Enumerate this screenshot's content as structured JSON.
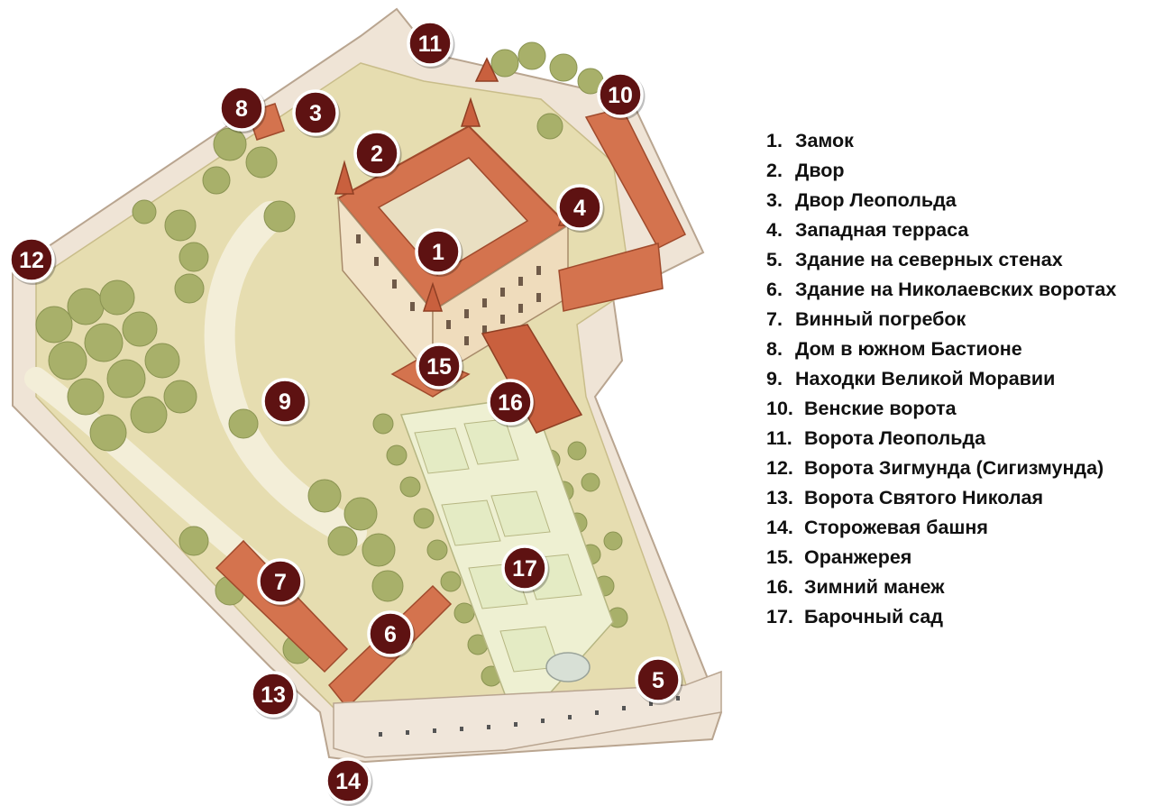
{
  "colors": {
    "marker_fill": "#5e1212",
    "marker_ring": "#ffffff",
    "roof": "#d4734e",
    "roof_dark": "#b85a38",
    "wall": "#f1e2c6",
    "lawn": "#e4dcae",
    "path": "#f2ecd6",
    "tree": "#a8b06a",
    "tree_dark": "#8a9352",
    "fortification": "#eee3d4"
  },
  "markers": [
    {
      "num": "1"
    },
    {
      "num": "2"
    },
    {
      "num": "3"
    },
    {
      "num": "4"
    },
    {
      "num": "5"
    },
    {
      "num": "6"
    },
    {
      "num": "7"
    },
    {
      "num": "8"
    },
    {
      "num": "9"
    },
    {
      "num": "10"
    },
    {
      "num": "11"
    },
    {
      "num": "12"
    },
    {
      "num": "13"
    },
    {
      "num": "14"
    },
    {
      "num": "15"
    },
    {
      "num": "16"
    },
    {
      "num": "17"
    }
  ],
  "legend": [
    {
      "num": "1.",
      "label": "Замок"
    },
    {
      "num": "2.",
      "label": "Двор"
    },
    {
      "num": "3.",
      "label": "Двор Леопольда"
    },
    {
      "num": "4.",
      "label": "Западная терраса"
    },
    {
      "num": "5.",
      "label": "Здание на северных стенах"
    },
    {
      "num": "6.",
      "label": "Здание на Николаевских воротах"
    },
    {
      "num": "7.",
      "label": "Винный погребок"
    },
    {
      "num": "8.",
      "label": "Дом в южном Бастионе"
    },
    {
      "num": "9.",
      "label": "Находки Великой Моравии"
    },
    {
      "num": "10.",
      "label": "Венские ворота"
    },
    {
      "num": "11.",
      "label": "Ворота Леопольда"
    },
    {
      "num": "12.",
      "label": "Ворота Зигмунда (Сигизмунда)"
    },
    {
      "num": "13.",
      "label": "Ворота Святого Николая"
    },
    {
      "num": "14.",
      "label": "Сторожевая башня"
    },
    {
      "num": "15.",
      "label": "Оранжерея"
    },
    {
      "num": "16.",
      "label": "Зимний манеж"
    },
    {
      "num": "17.",
      "label": "Барочный сад"
    }
  ]
}
